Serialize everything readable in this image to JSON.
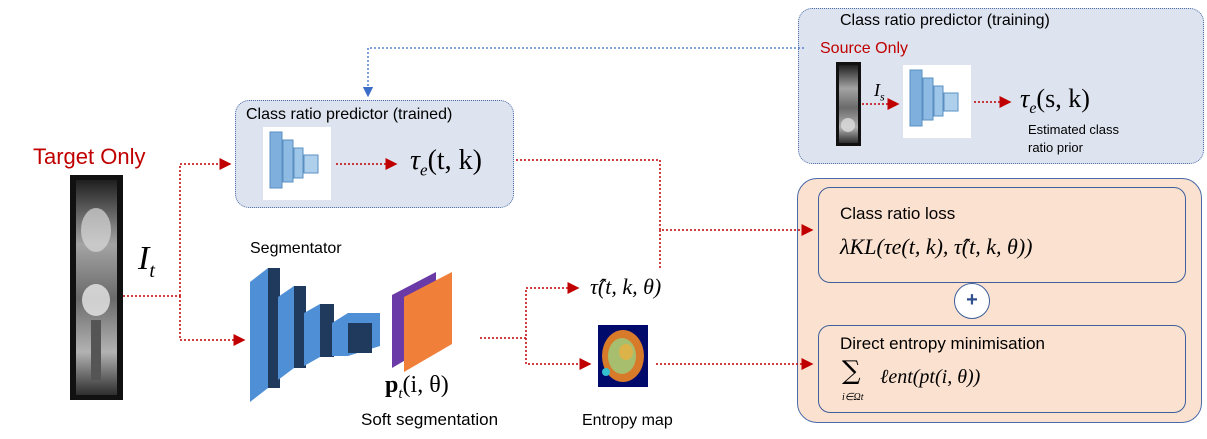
{
  "target_label": "Target Only",
  "source_label": "Source Only",
  "input_target": "I",
  "input_target_sub": "t",
  "input_source": "I",
  "input_source_sub": "s",
  "trained_box": {
    "title": "Class ratio predictor (trained)",
    "output": "τ",
    "output_sub": "e",
    "output_args": "(t, k)"
  },
  "training_box": {
    "title": "Class ratio predictor (training)",
    "output": "τ",
    "output_sub": "e",
    "output_args": "(s, k)",
    "caption_line1": "Estimated class",
    "caption_line2": "ratio prior"
  },
  "segmentator_label": "Segmentator",
  "soft_seg": {
    "math": "p",
    "math_sub": "t",
    "math_args": "(i, θ)",
    "caption": "Soft segmentation"
  },
  "tau_hat": "τ̂(t, k, θ)",
  "entropy_map_label": "Entropy map",
  "loss_panel": {
    "class_ratio_title": "Class ratio loss",
    "class_ratio_formula": "λKL(τe(t, k), τ̂(t, k, θ))",
    "plus": "+",
    "entropy_title": "Direct entropy minimisation",
    "entropy_sum": "∑",
    "entropy_sum_sub": "i∈Ωt",
    "entropy_formula": "ℓent(pt(i, θ))"
  },
  "colors": {
    "arrow_red": "#c00000",
    "arrow_blue": "#3b6ec8",
    "panel_blue": "#dde3ef",
    "panel_peach": "#fbe1cf",
    "seg_dark": "#1f3a5c",
    "seg_light": "#4f8fd6",
    "orange": "#f07f3a",
    "purple": "#6a3aa6"
  }
}
